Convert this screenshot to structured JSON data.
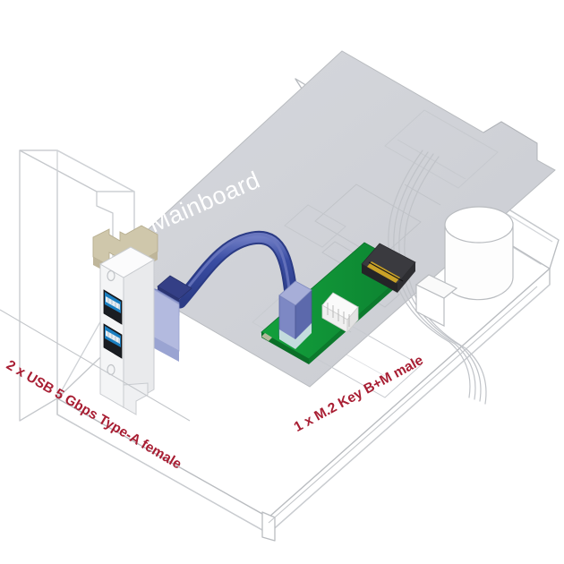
{
  "figure": {
    "type": "product-installation-diagram",
    "background_color": "#ffffff",
    "title_text": "",
    "description": "Isometric line drawing of a PC chassis with mainboard, showing a dual USB Type-A bracket connected by a blue internal cable to a green M.2 adapter card installed in an M.2 slot"
  },
  "labels": {
    "usb_ports": {
      "text": "2 x USB 5 Gbps Type-A female",
      "color": "#a81e33",
      "rotation_deg": 30.5
    },
    "m2_connector": {
      "text": "1 x M.2 Key B+M male",
      "color": "#a81e33",
      "rotation_deg": -28.5
    },
    "mainboard": {
      "text": "Mainboard",
      "color": "#ffffff",
      "rotation_deg": -23.5
    }
  },
  "components": {
    "chassis": {
      "name": "pc-case",
      "outline_color": "#b9bcc0",
      "fill_color": "#ffffff"
    },
    "mainboard": {
      "name": "mainboard",
      "fill_color": "#d2d4d9",
      "edge_color": "#babdc2"
    },
    "adapter_card": {
      "name": "m2-adapter-card",
      "pcb_color": "#109137",
      "pcb_shade_color": "#0c7a2d"
    },
    "m2_socket": {
      "name": "m2-key-b-m-connector",
      "body_color": "#2f2f33",
      "pin_color": "#c9a227"
    },
    "pin_header": {
      "name": "usb-pin-header",
      "color": "#f2f2f2",
      "pin_count": 5
    },
    "usb_cable": {
      "name": "internal-usb-cable",
      "color": "#32479b",
      "highlight_color": "#5566b8"
    },
    "bracket": {
      "name": "pci-slot-bracket",
      "metal_color": "#f4f5f6",
      "tab_color": "#cfc7ab"
    },
    "usb_port": {
      "name": "usb-type-a-port",
      "color": "#1a7fc1",
      "count": 2
    },
    "cpu_cooler": {
      "name": "cpu-cooler-cylinder",
      "outline_color": "#b9bcc0"
    }
  }
}
